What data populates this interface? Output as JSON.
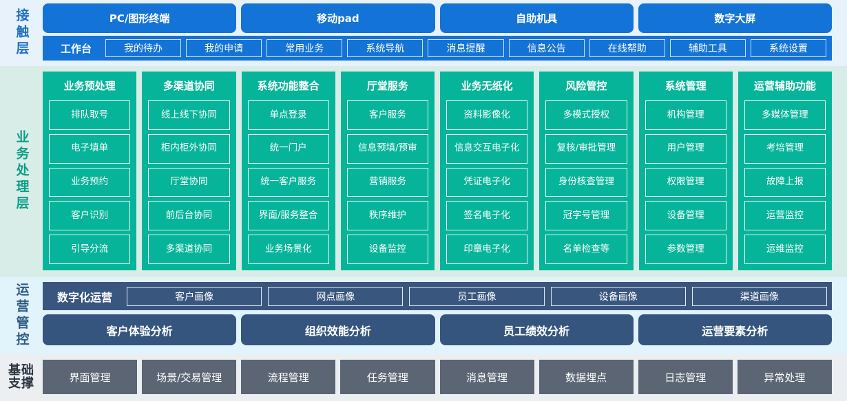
{
  "colors": {
    "access_bg": "#e8f2fb",
    "access_accent": "#1473d6",
    "business_bg": "#d9ede8",
    "business_accent": "#06b49a",
    "ops_bg": "#e2f4fb",
    "ops_accent": "#39567f",
    "base_bg": "#eceff1",
    "base_accent": "#5b6574"
  },
  "access_layer": {
    "label": "接触层",
    "channels": [
      "PC/图形终端",
      "移动pad",
      "自助机具",
      "数字大屏"
    ],
    "workbench_title": "工作台",
    "workbench_items": [
      "我的待办",
      "我的申请",
      "常用业务",
      "系统导航",
      "消息提醒",
      "信息公告",
      "在线帮助",
      "辅助工具",
      "系统设置"
    ]
  },
  "business_layer": {
    "label": "业务处理层",
    "columns": [
      {
        "title": "业务预处理",
        "items": [
          "排队取号",
          "电子填单",
          "业务预约",
          "客户识别",
          "引导分流"
        ]
      },
      {
        "title": "多渠道协同",
        "items": [
          "线上线下协同",
          "柜内柜外协同",
          "厅堂协同",
          "前后台协同",
          "多渠道协同"
        ]
      },
      {
        "title": "系统功能整合",
        "items": [
          "单点登录",
          "统一门户",
          "统一客户服务",
          "界面/服务整合",
          "业务场景化"
        ]
      },
      {
        "title": "厅堂服务",
        "items": [
          "客户服务",
          "信息预填/预审",
          "营销服务",
          "秩序维护",
          "设备监控"
        ]
      },
      {
        "title": "业务无纸化",
        "items": [
          "资料影像化",
          "信息交互电子化",
          "凭证电子化",
          "签名电子化",
          "印章电子化"
        ]
      },
      {
        "title": "风险管控",
        "items": [
          "多模式授权",
          "复核/审批管理",
          "身份核查管理",
          "冠字号管理",
          "名单检查等"
        ]
      },
      {
        "title": "系统管理",
        "items": [
          "机构管理",
          "用户管理",
          "权限管理",
          "设备管理",
          "参数管理"
        ]
      },
      {
        "title": "运营辅助功能",
        "items": [
          "多媒体管理",
          "考培管理",
          "故障上报",
          "运营监控",
          "运维监控"
        ]
      }
    ]
  },
  "ops_layer": {
    "label": "运营管控",
    "portrait_title": "数字化运营",
    "portrait_items": [
      "客户画像",
      "网点画像",
      "员工画像",
      "设备画像",
      "渠道画像"
    ],
    "analysis_items": [
      "客户体验分析",
      "组织效能分析",
      "员工绩效分析",
      "运营要素分析"
    ]
  },
  "base_layer": {
    "label_line1": "基础",
    "label_line2": "支撑",
    "items": [
      "界面管理",
      "场景/交易管理",
      "流程管理",
      "任务管理",
      "消息管理",
      "数据埋点",
      "日志管理",
      "异常处理"
    ]
  }
}
